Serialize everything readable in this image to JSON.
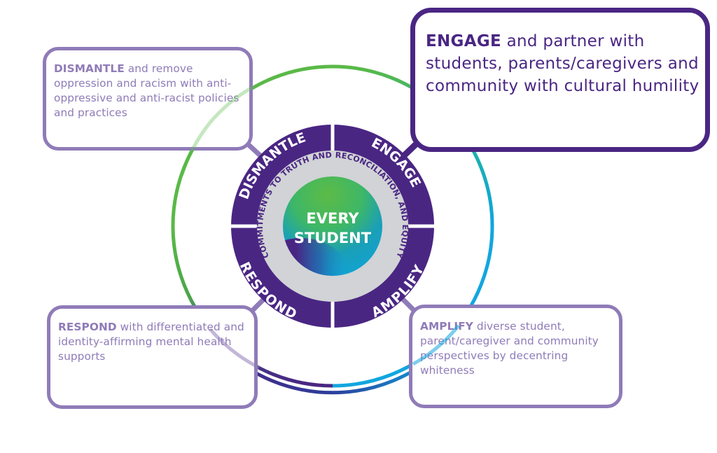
{
  "colors": {
    "dark_purple": "#4a2683",
    "light_purple": "#8f7bb8",
    "green": "#5ab947",
    "teal": "#1fb5a0",
    "blue": "#14a8e0",
    "gray_ring": "#d1d3d6",
    "white": "#ffffff"
  },
  "hub": {
    "center_label_line1": "EVERY",
    "center_label_line2": "STUDENT",
    "ring_text": "COMMITMENTS TO TRUTH AND RECONCILIATION, AND EQUITY",
    "quadrants": [
      {
        "id": "dismantle",
        "label": "DISMANTLE"
      },
      {
        "id": "engage",
        "label": "ENGAGE"
      },
      {
        "id": "amplify",
        "label": "AMPLIFY"
      },
      {
        "id": "respond",
        "label": "RESPOND"
      }
    ]
  },
  "boxes": {
    "dismantle": {
      "keyword": "DISMANTLE",
      "text": " and remove oppression and racism with anti-oppressive and anti-racist policies and practices"
    },
    "engage": {
      "keyword": "ENGAGE",
      "text": " and partner with students, parents/caregivers and community with cultural humility"
    },
    "respond": {
      "keyword": "RESPOND",
      "text": " with differentiated and identity-affirming mental health supports"
    },
    "amplify": {
      "keyword": "AMPLIFY",
      "text": " diverse student, parent/caregiver and community perspectives by decentring whiteness"
    }
  }
}
